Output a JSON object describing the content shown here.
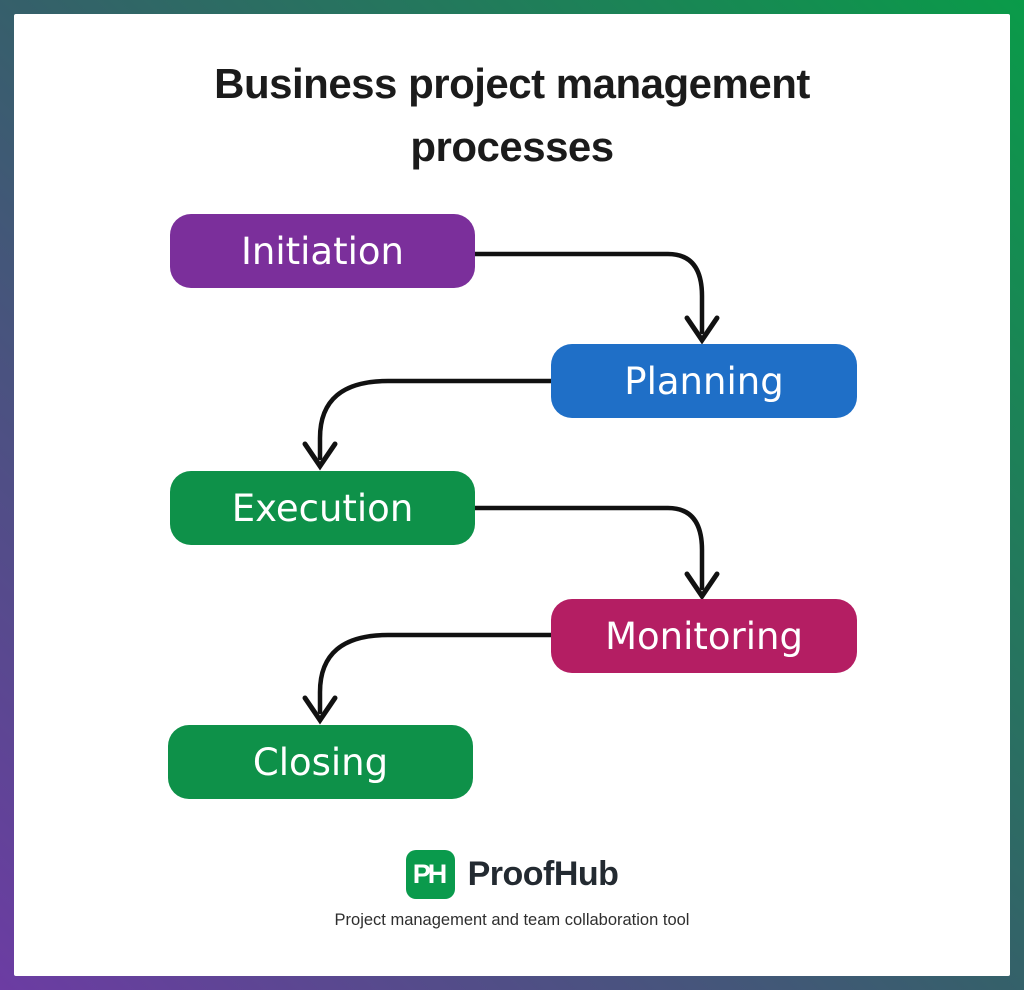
{
  "page": {
    "title": {
      "line1": "Business project management",
      "line2": "processes"
    }
  },
  "border": {
    "gradient": [
      "#6c3ca3",
      "#35606a",
      "#0a9b49"
    ]
  },
  "flow": {
    "arrow_color": "#111111",
    "steps": [
      {
        "label": "Initiation",
        "color": "#7b2f9b"
      },
      {
        "label": "Planning",
        "color": "#1f6fc7"
      },
      {
        "label": "Execution",
        "color": "#0e9149"
      },
      {
        "label": "Monitoring",
        "color": "#b41e63"
      },
      {
        "label": "Closing",
        "color": "#0e9149"
      }
    ],
    "connections": [
      "Initiation to Planning",
      "Planning to Execution",
      "Execution to Monitoring",
      "Monitoring to Closing"
    ]
  },
  "footer": {
    "logo_monogram": "PH",
    "logo_monogram_bg": "#0a9a4c",
    "brand": "ProofHub",
    "tagline": "Project management and team collaboration tool"
  }
}
